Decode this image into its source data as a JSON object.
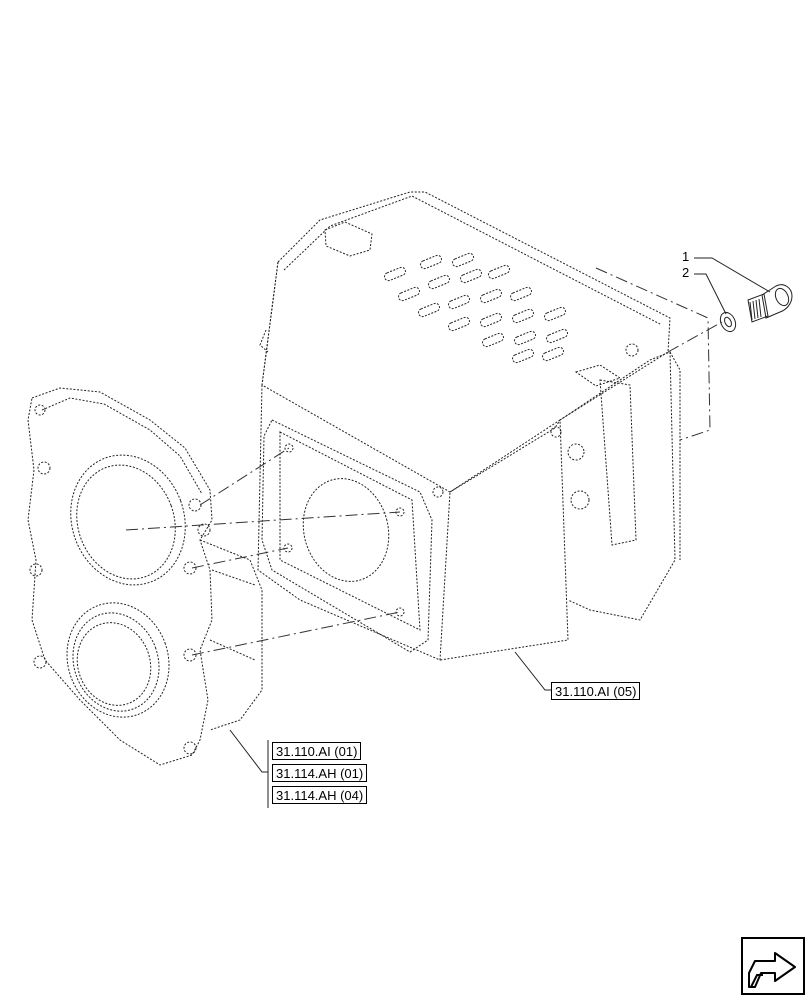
{
  "callouts": [
    {
      "number": "1"
    },
    {
      "number": "2"
    }
  ],
  "references": [
    {
      "label": "31.110.AI (05)"
    },
    {
      "label": "31.110.AI (01)"
    },
    {
      "label": "31.114.AH (01)"
    },
    {
      "label": "31.114.AH (04)"
    }
  ],
  "icons": {
    "navigation": "next-page-arrow-icon"
  }
}
